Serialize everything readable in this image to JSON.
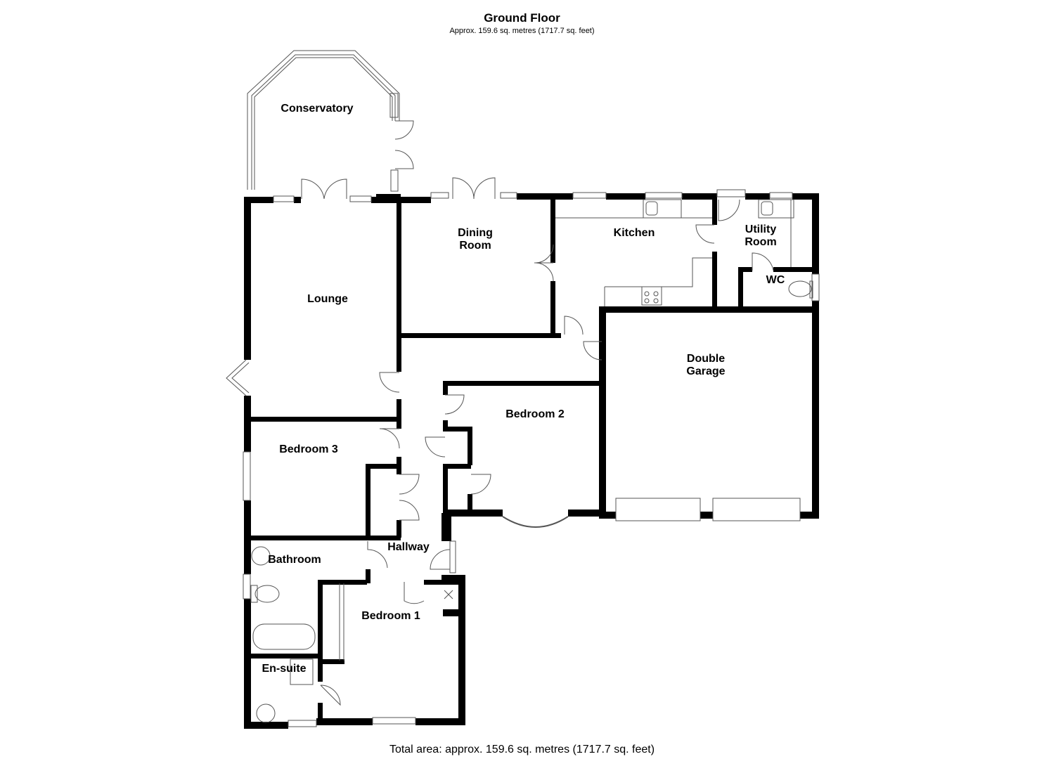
{
  "header": {
    "title": "Ground Floor",
    "subtitle": "Approx. 159.6 sq. metres (1717.7 sq. feet)"
  },
  "footer": {
    "total_area": "Total area: approx. 159.6 sq. metres (1717.7 sq. feet)"
  },
  "rooms": [
    {
      "name": "Conservatory"
    },
    {
      "name": "Dining\nRoom"
    },
    {
      "name": "Kitchen"
    },
    {
      "name": "Utility\nRoom"
    },
    {
      "name": "WC"
    },
    {
      "name": "Lounge"
    },
    {
      "name": "Double\nGarage"
    },
    {
      "name": "Bedroom 2"
    },
    {
      "name": "Bedroom 3"
    },
    {
      "name": "Hallway"
    },
    {
      "name": "Bathroom"
    },
    {
      "name": "Bedroom 1"
    },
    {
      "name": "En-suite"
    }
  ],
  "colors": {
    "wall": "#000000",
    "line": "#555555",
    "background": "#ffffff"
  }
}
